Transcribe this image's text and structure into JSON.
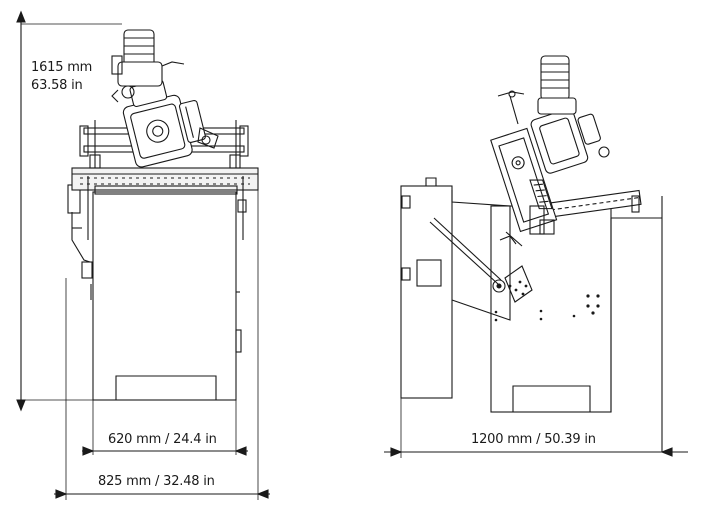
{
  "dimensions": {
    "height_mm": "1615 mm",
    "height_in": "63.58 in",
    "inner_width": "620 mm / 24.4 in",
    "outer_width": "825 mm / 32.48 in",
    "side_depth": "1200 mm / 50.39 in"
  }
}
